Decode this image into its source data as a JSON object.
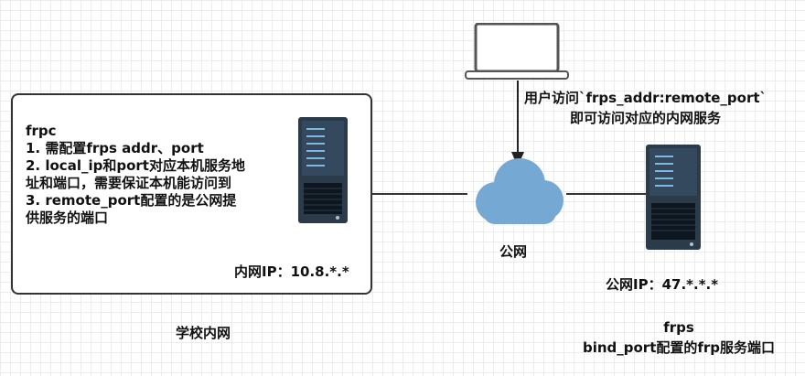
{
  "lan_box": {
    "title": "frpc",
    "lines": [
      "1. 需配置frps addr、port",
      "2. local_ip和port对应本机服务地",
      "址和端口，需要保证本机能访问到",
      "3. remote_port配置的是公网提",
      "供服务的端口"
    ],
    "ip_label": "内网IP：10.8.*.*"
  },
  "lan_label": "学校内网",
  "user_access": {
    "line1": "用户访问`frps_addr:remote_port`",
    "line2": "即可访问对应的内网服务"
  },
  "cloud_label": "公网",
  "public_ip": "公网IP：47.*.*.*",
  "frps": {
    "title": "frps",
    "desc": "bind_port配置的frp服务端口"
  }
}
